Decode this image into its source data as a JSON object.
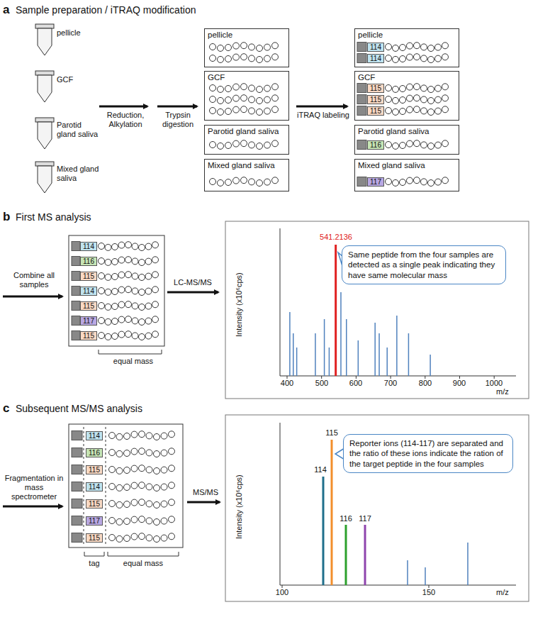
{
  "diagram": {
    "nodes": [
      {
        "text": [
          "pellicle"
        ]
      },
      {
        "text": [
          "GCF"
        ]
      },
      {
        "text": [
          "Parotid gland saliva"
        ]
      },
      {
        "text": [
          "Mixed gland saliva"
        ]
      },
      {
        "text": [
          "pellicle"
        ]
      },
      {
        "text": [
          "114"
        ],
        "in": 4
      },
      {
        "text": [
          "114"
        ],
        "in": 4
      },
      {
        "text": [
          "GCF"
        ]
      },
      {
        "text": [
          "115"
        ],
        "in": 7
      },
      {
        "text": [
          "115"
        ],
        "in": 7
      },
      {
        "text": [
          "115"
        ],
        "in": 7
      },
      {
        "text": [
          "Parotid gland saliva"
        ]
      },
      {
        "text": [
          "116"
        ],
        "in": 11
      },
      {
        "text": [
          "Mixed gland saliva"
        ]
      },
      {
        "text": [
          "117"
        ],
        "in": 13
      },
      {
        "text": [
          "114"
        ]
      },
      {
        "text": [
          "116"
        ]
      },
      {
        "text": [
          "115"
        ]
      },
      {
        "text": [
          "114"
        ]
      },
      {
        "text": [
          "115"
        ]
      },
      {
        "text": [
          "117"
        ]
      },
      {
        "text": [
          "115"
        ]
      },
      {
        "text": [
          "Same peptide from the four samples are detected  as a single peak indicating they have same molecular mass"
        ]
      },
      {
        "text": [
          "114"
        ]
      },
      {
        "text": [
          "116"
        ]
      },
      {
        "text": [
          "115"
        ]
      },
      {
        "text": [
          "114"
        ]
      },
      {
        "text": [
          "115"
        ]
      },
      {
        "text": [
          "117"
        ]
      },
      {
        "text": [
          "115"
        ]
      },
      {
        "text": [
          "Reporter ions (114-117) are separated and the ratio of these ions indicate the ration of the target peptide in the four samples"
        ]
      }
    ],
    "labels": [
      "a",
      "Sample preparation / iTRAQ modification",
      "pellicle",
      "GCF",
      "Parotid gland saliva",
      "Mixed gland saliva",
      "Reduction, Alkylation",
      "Trypsin digestion",
      "iTRAQ labeling",
      "b",
      "First MS analysis",
      "Combine all samples",
      "LC-MS/MS",
      "equal mass",
      "541.2136",
      "Intensity (x10⁶cps)",
      "400",
      "500",
      "600",
      "700",
      "800",
      "900",
      "1000",
      "m/z",
      "c",
      "Subsequent MS/MS analysis",
      "Fragmentation in mass spectrometer",
      "MS/MS",
      "tag",
      "equal mass",
      "115",
      "114",
      "116",
      "117",
      "Intensity (x10⁶cps)",
      "100",
      "150",
      "m/z"
    ]
  }
}
